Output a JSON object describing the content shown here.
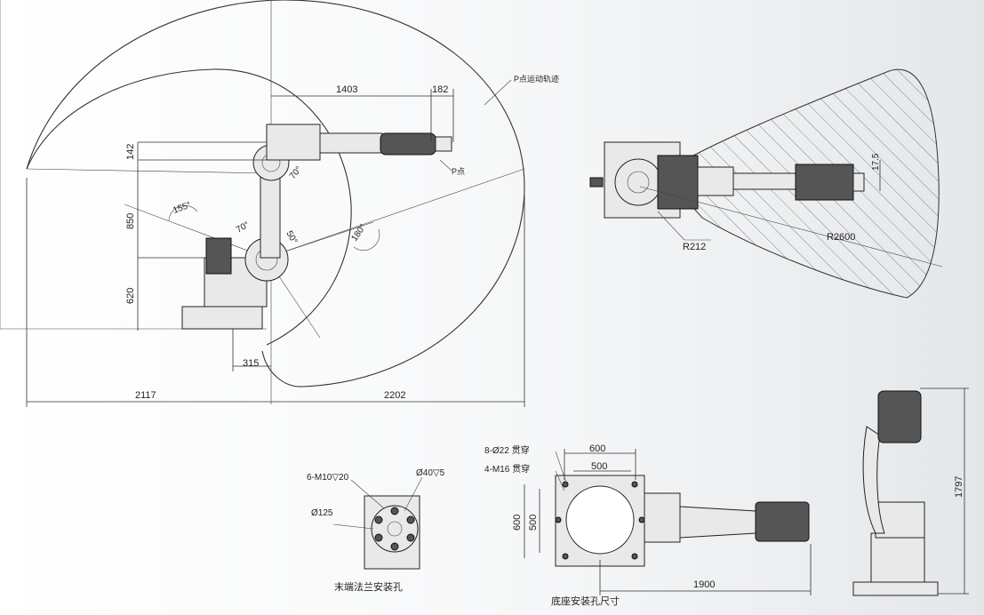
{
  "side_view": {
    "dims": {
      "d1403": "1403",
      "d182": "182",
      "d142": "142",
      "d850": "850",
      "d620": "620",
      "d315": "315",
      "d2117": "2117",
      "d2202": "2202"
    },
    "angles": {
      "a155": "155°",
      "a70_top": "70°",
      "a70_mid": "70°",
      "a50": "50°",
      "a180": "180°"
    },
    "labels": {
      "p_point": "P点",
      "trajectory": "P点运动轨迹"
    }
  },
  "top_view": {
    "dims": {
      "r212": "R212",
      "r2600": "R2600",
      "d175": "17.5"
    }
  },
  "flange": {
    "labels": {
      "m10": "6-M10▽20",
      "phi40": "Ø40▽5",
      "phi125": "Ø125"
    },
    "caption": "末端法兰安装孔"
  },
  "base": {
    "labels": {
      "holes8": "8-Ø22  贯穿",
      "m16": "4-M16  贯穿"
    },
    "dims": {
      "d600_top": "600",
      "d500_top": "500",
      "d600_side": "600",
      "d500_side": "500",
      "d1900": "1900"
    },
    "caption": "底座安装孔尺寸"
  },
  "side_small": {
    "dims": {
      "d1797": "1797"
    }
  }
}
